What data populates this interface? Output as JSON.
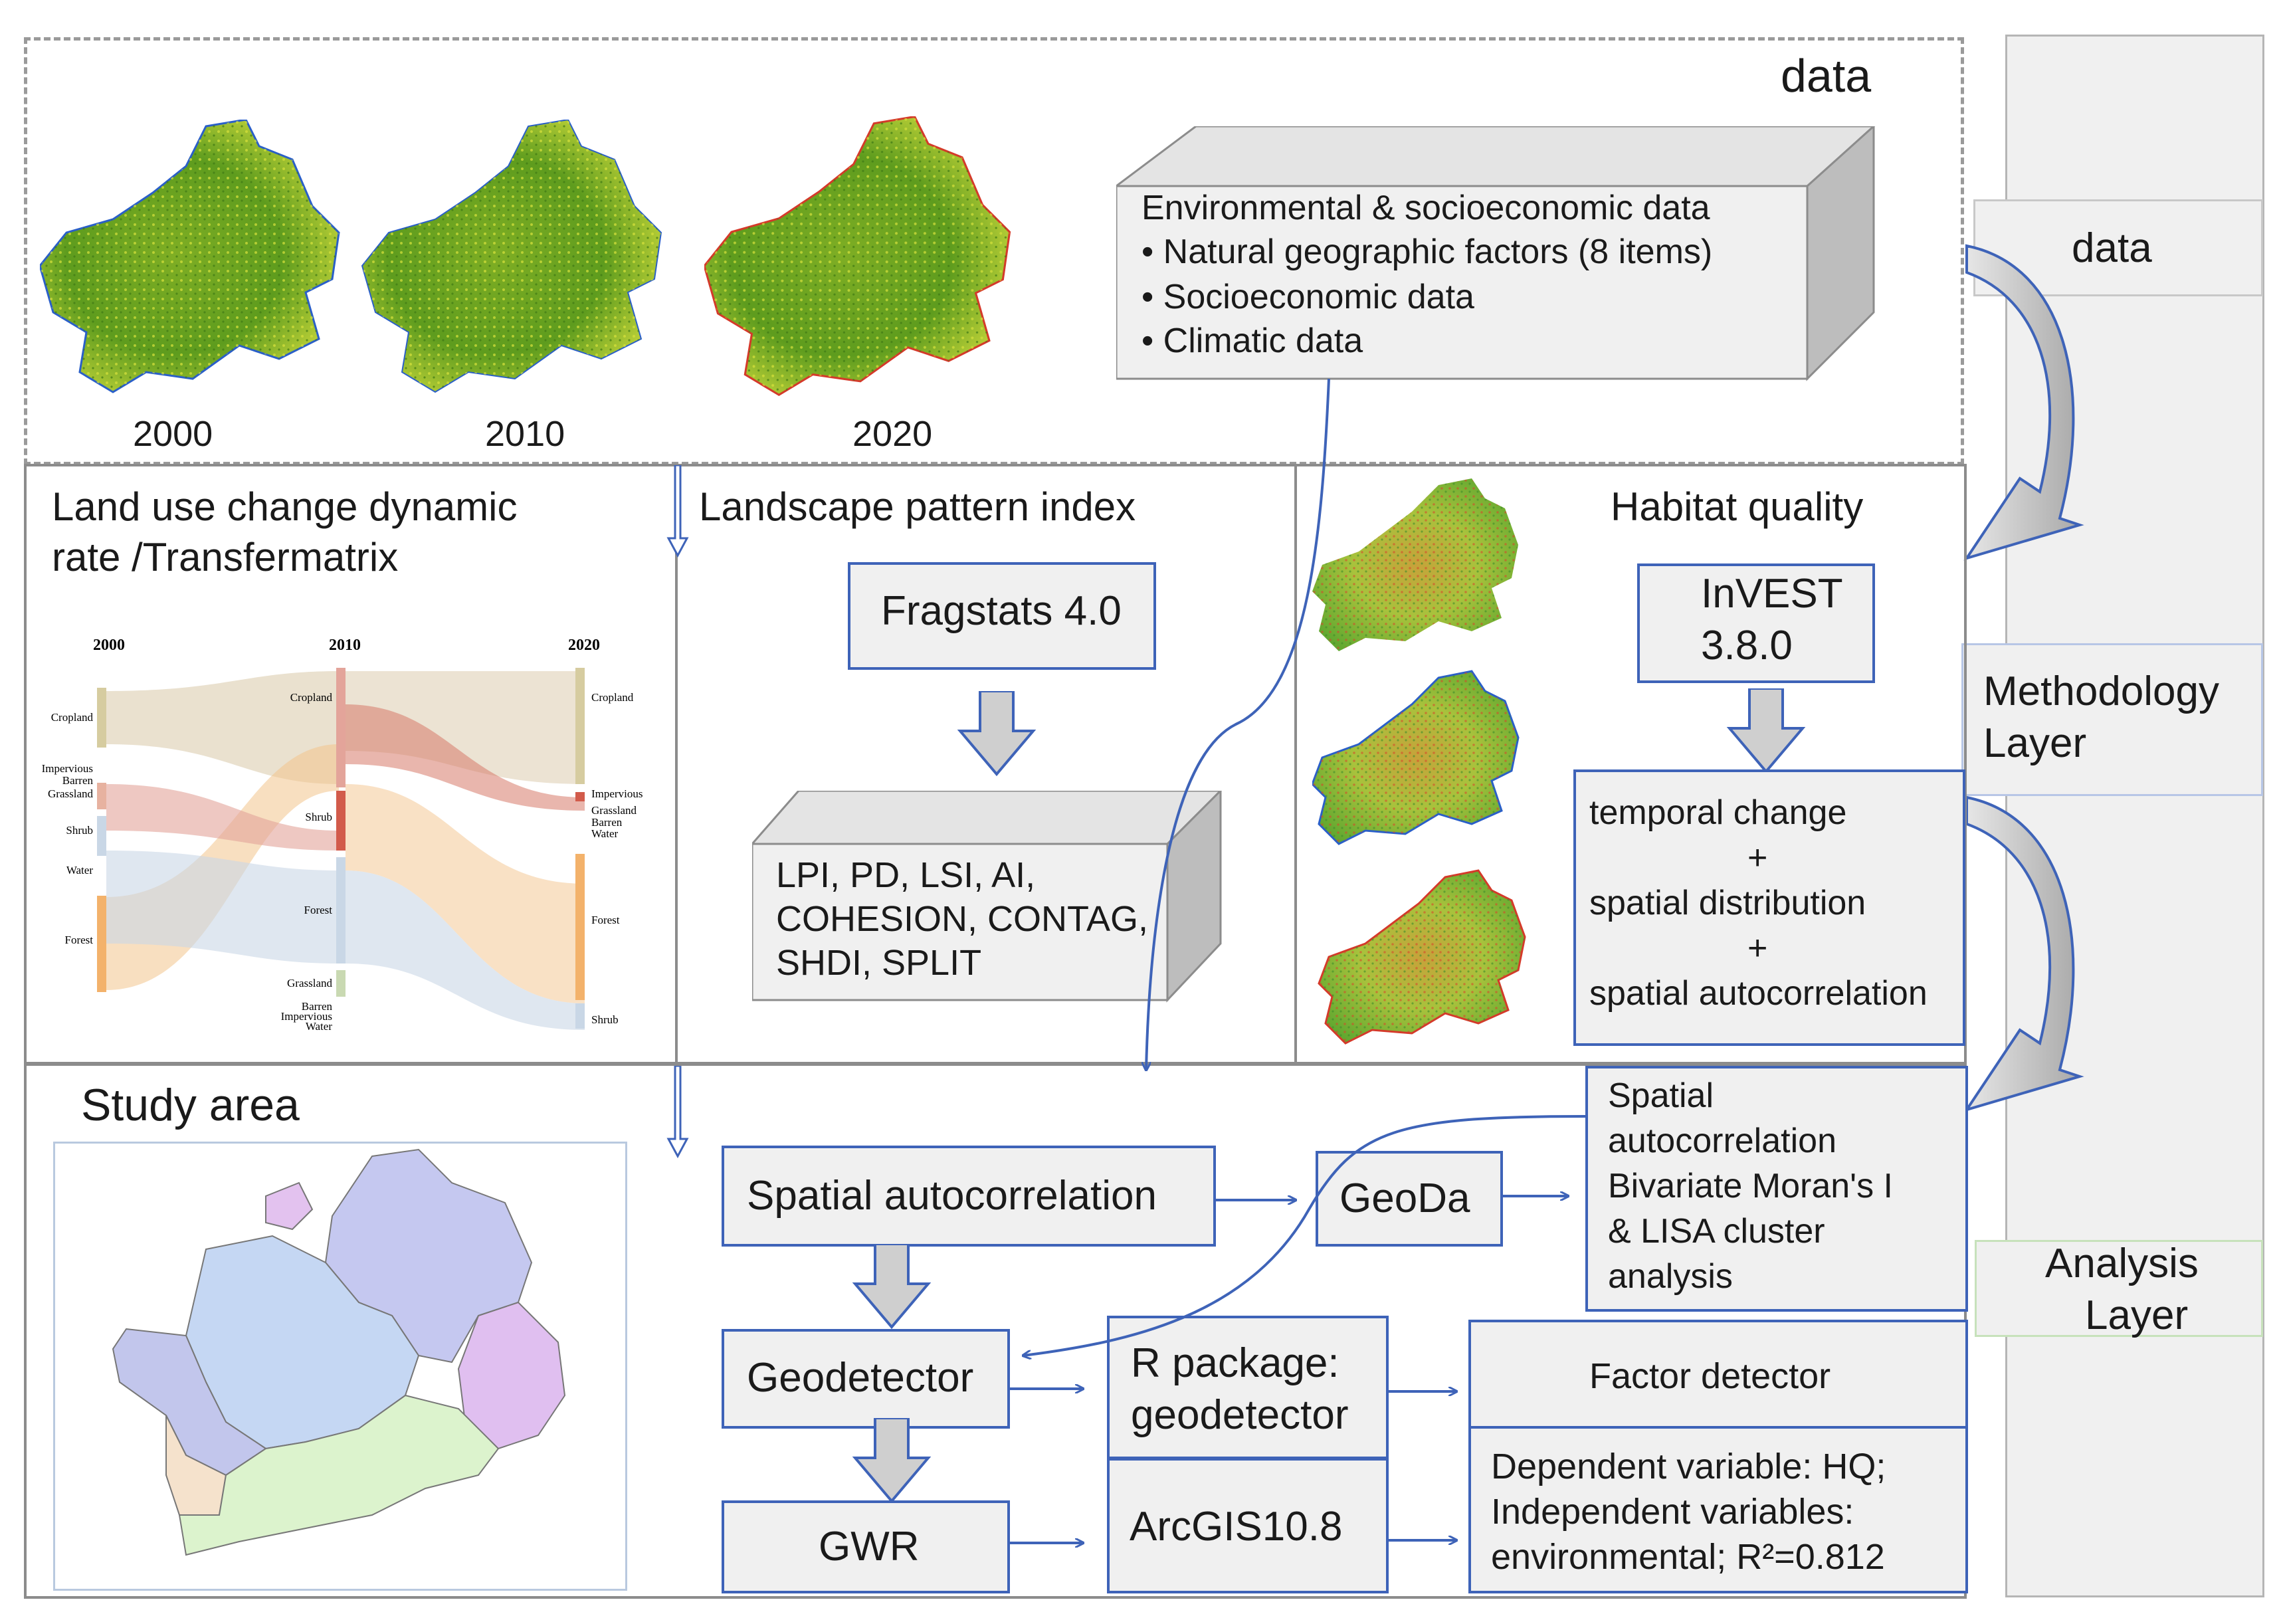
{
  "data_section": {
    "title": "data",
    "years": [
      "2000",
      "2010",
      "2020"
    ],
    "env_box": {
      "title": "Environmental & socioeconomic data",
      "items": [
        "• Natural geographic factors (8 items)",
        "• Socioeconomic data",
        "• Climatic data"
      ]
    }
  },
  "right_column": {
    "data_label": "data",
    "methodology_label": [
      "Methodology",
      "Layer"
    ],
    "analysis_label": [
      "Analysis",
      "Layer"
    ]
  },
  "methodology": {
    "landuse_title": [
      "Land use change dynamic",
      "rate /Transfermatrix"
    ],
    "sankey": {
      "years": [
        "2000",
        "2010",
        "2020"
      ],
      "left_labels": [
        "Cropland",
        "Impervious",
        "Barren",
        "Grassland",
        "Shrub",
        "Water",
        "Forest"
      ],
      "mid_labels": [
        "Cropland",
        "Shrub",
        "Forest",
        "Grassland",
        "Barren",
        "Impervious",
        "Water"
      ],
      "right_labels": [
        "Cropland",
        "Impervious",
        "Grassland",
        "Barren",
        "Water",
        "Forest",
        "Shrub"
      ]
    },
    "landscape_title": "Landscape pattern index",
    "fragstats": "Fragstats 4.0",
    "indices": [
      "LPI, PD, LSI, AI,",
      "COHESION, CONTAG,",
      "SHDI, SPLIT"
    ],
    "habitat_title": "Habitat quality",
    "invest": [
      "InVEST",
      "3.8.0"
    ],
    "habitat_analysis": [
      "temporal change",
      "+",
      "spatial distribution",
      "+",
      "spatial autocorrelation"
    ]
  },
  "analysis": {
    "study_area": "Study area",
    "spatial_autocorrelation": "Spatial autocorrelation",
    "geoda": "GeoDa",
    "moran_box": [
      "Spatial",
      "autocorrelation",
      "Bivariate Moran's I",
      "& LISA cluster",
      "analysis"
    ],
    "geodetector": "Geodetector",
    "r_package": [
      "R package:",
      "geodetector"
    ],
    "factor_detector": "Factor detector",
    "dependent": [
      "Dependent variable: HQ;",
      "Independent variables:",
      "environmental; R²=0.812"
    ],
    "gwr": "GWR",
    "arcgis": "ArcGIS10.8"
  },
  "colors": {
    "blue_border": "#3e63b8",
    "panel_border": "#8c8c8c",
    "box_fill": "#f0f0f0",
    "map_green": "#5e9c1e",
    "arrow_grey": "#c8c8c8"
  }
}
